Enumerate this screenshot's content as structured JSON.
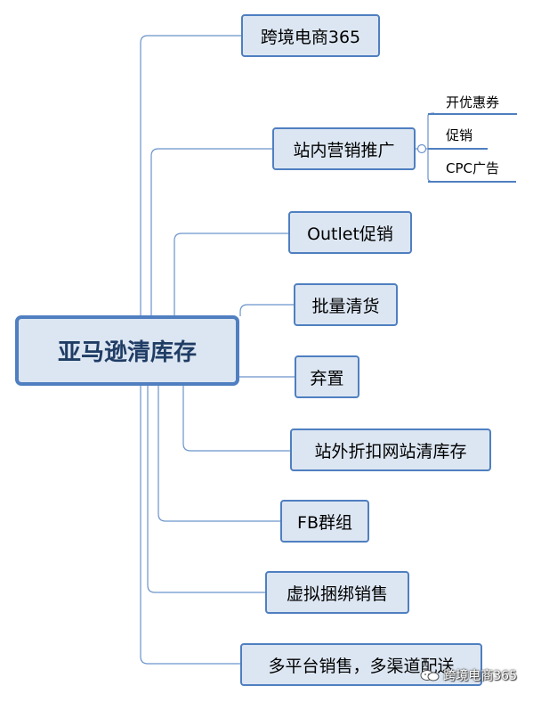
{
  "root": {
    "label": "亚马逊清库存"
  },
  "topics": [
    {
      "label": "跨境电商365"
    },
    {
      "label": "站内营销推广",
      "children": [
        "开优惠券",
        "促销",
        "CPC广告"
      ]
    },
    {
      "label": "Outlet促销"
    },
    {
      "label": "批量清货"
    },
    {
      "label": "弃置"
    },
    {
      "label": "站外折扣网站清库存"
    },
    {
      "label": "FB群组"
    },
    {
      "label": "虚拟捆绑销售"
    },
    {
      "label": "多平台销售，多渠道配送"
    }
  ],
  "watermark": {
    "text": "跨境电商365",
    "icon": "wechat-icon"
  },
  "colors": {
    "node_fill": "#dce6f2",
    "node_border": "#4f7fc0",
    "root_text": "#1f3c64",
    "connector": "#4f7fc0"
  }
}
